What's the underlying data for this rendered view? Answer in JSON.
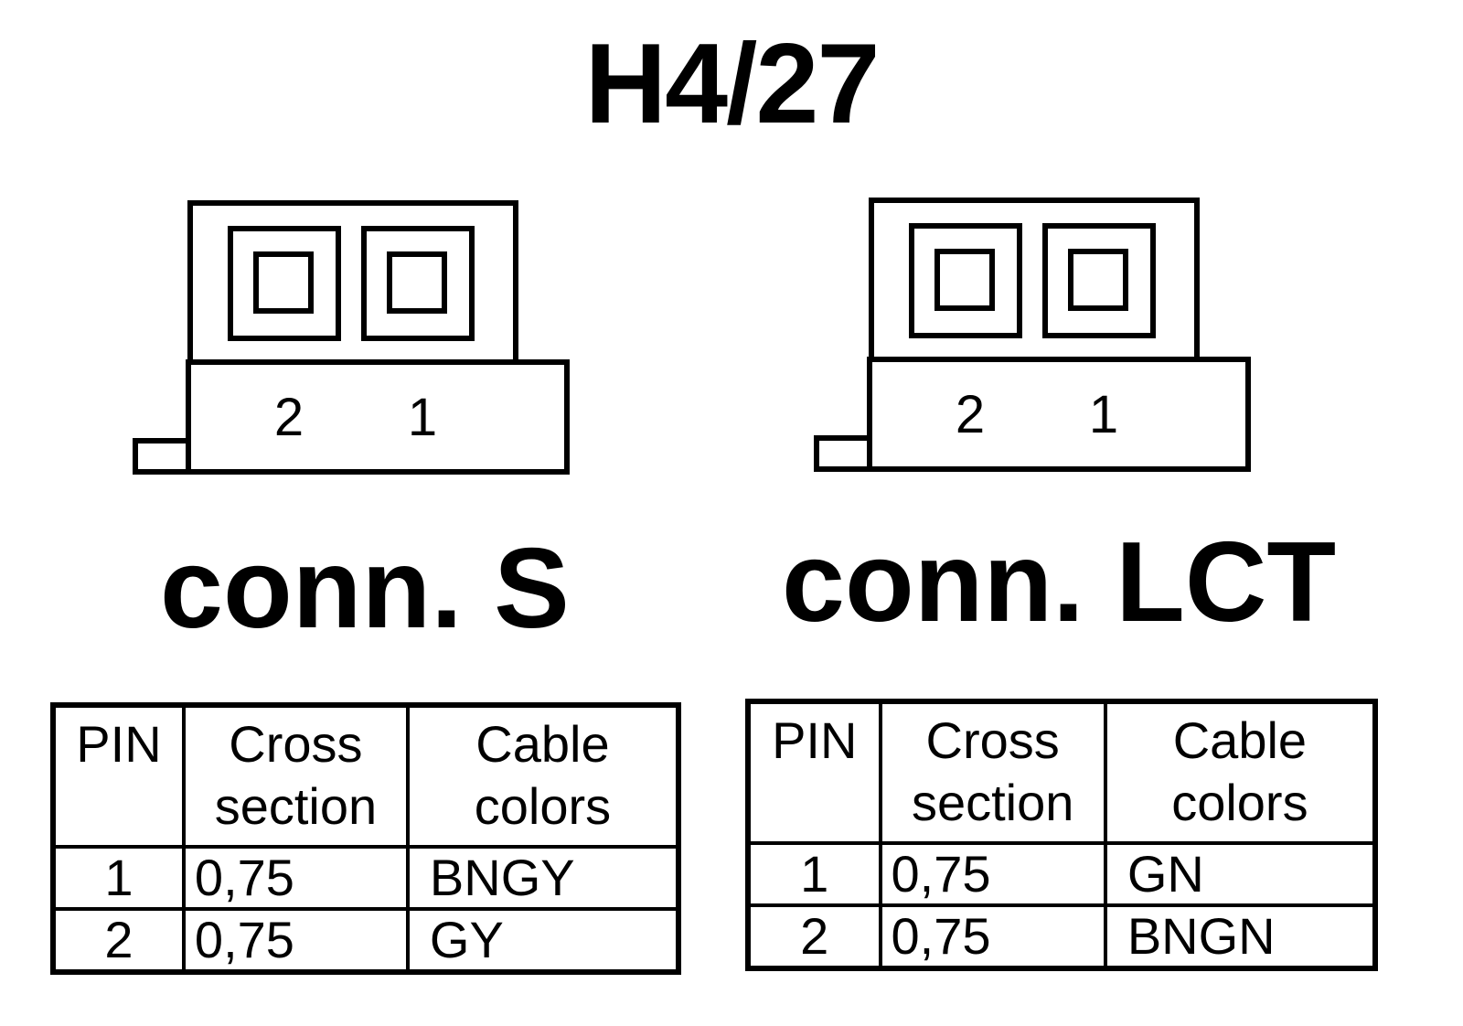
{
  "title": "H4/27",
  "connectors": [
    {
      "label": "conn. S",
      "pin_labels": [
        "2",
        "1"
      ],
      "table": {
        "headers": [
          [
            "PIN"
          ],
          [
            "Cross",
            "section"
          ],
          [
            "Cable",
            "colors"
          ]
        ],
        "rows": [
          {
            "pin": "1",
            "cross_section": "0,75",
            "color": "BNGY"
          },
          {
            "pin": "2",
            "cross_section": "0,75",
            "color": "GY"
          }
        ]
      }
    },
    {
      "label": "conn. LCT",
      "pin_labels": [
        "2",
        "1"
      ],
      "table": {
        "headers": [
          [
            "PIN"
          ],
          [
            "Cross",
            "section"
          ],
          [
            "Cable",
            "colors"
          ]
        ],
        "rows": [
          {
            "pin": "1",
            "cross_section": "0,75",
            "color": "GN"
          },
          {
            "pin": "2",
            "cross_section": "0,75",
            "color": "BNGN"
          }
        ]
      }
    }
  ]
}
